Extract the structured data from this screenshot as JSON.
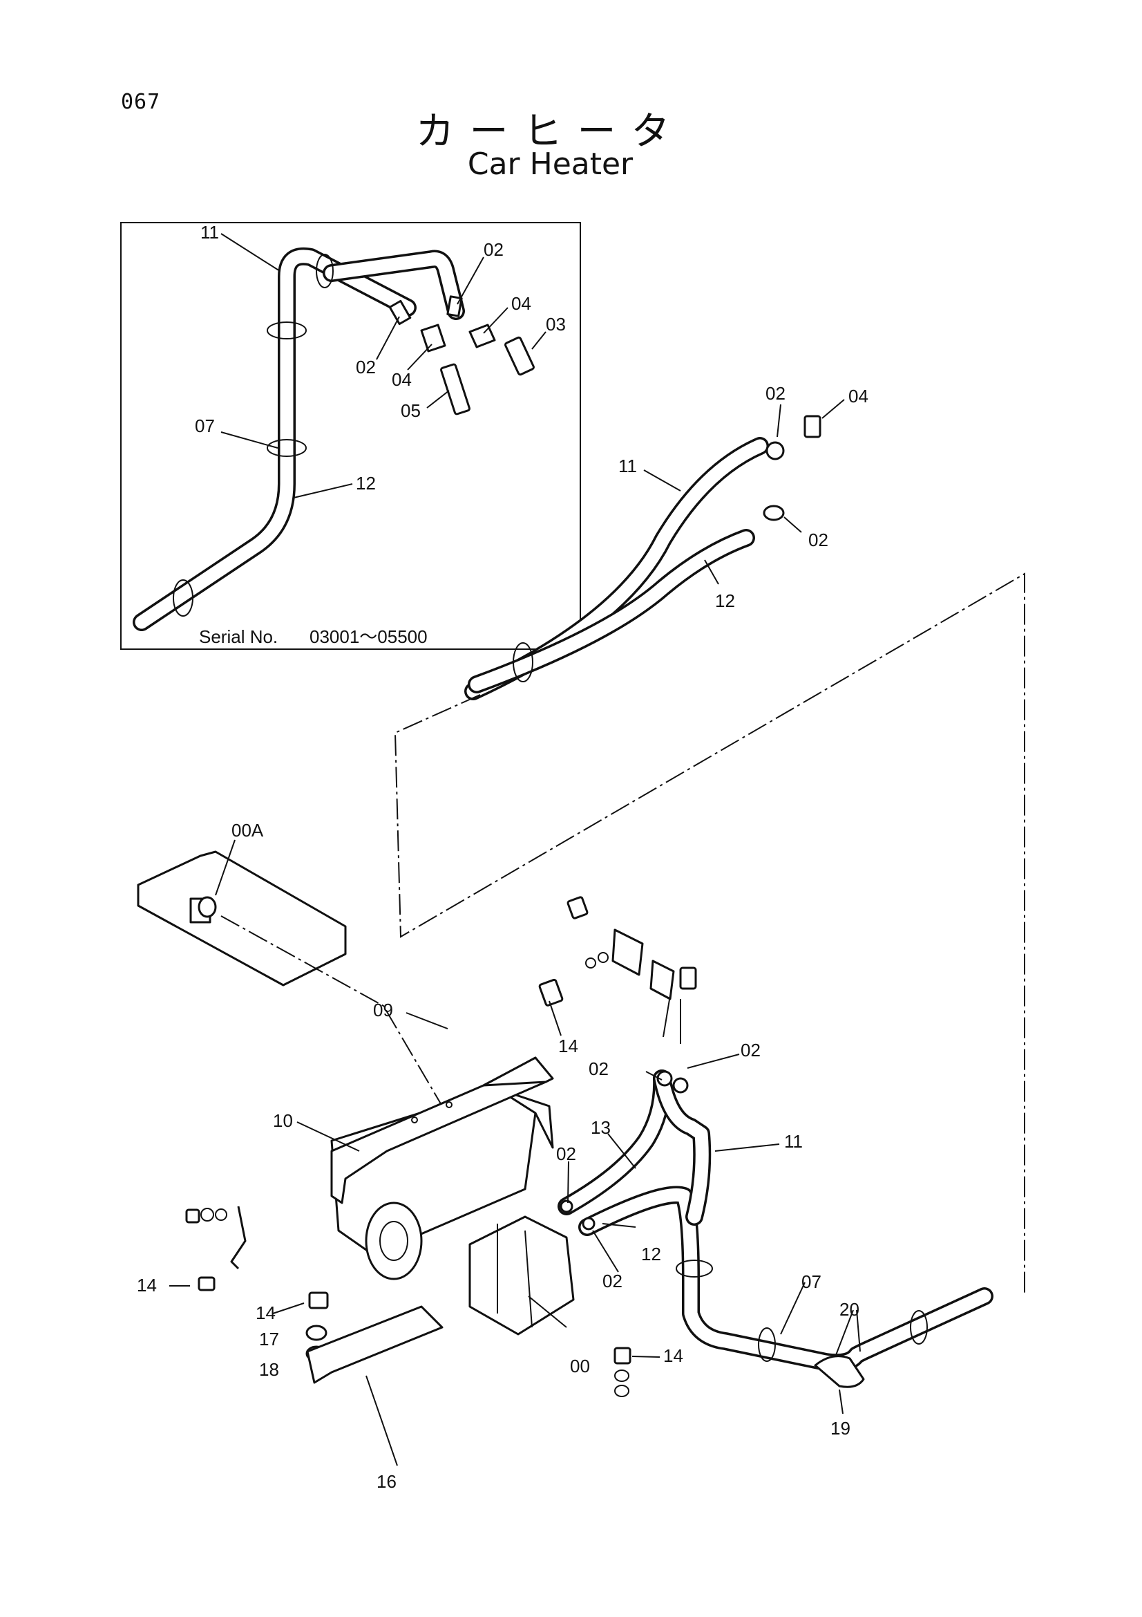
{
  "page_number": "067",
  "title_jp": "カーヒータ",
  "title_en": "Car Heater",
  "inset": {
    "serial_label": "Serial No.",
    "serial_range": "03001～05500",
    "callouts": [
      "11",
      "02",
      "04",
      "03",
      "02",
      "04",
      "05",
      "07",
      "12"
    ]
  },
  "upper_callouts": [
    "02",
    "04",
    "11",
    "02",
    "12"
  ],
  "main_callouts": [
    "00A",
    "09",
    "14",
    "02",
    "02",
    "10",
    "13",
    "11",
    "02",
    "12",
    "02",
    "14",
    "14",
    "17",
    "18",
    "16",
    "00",
    "14",
    "07",
    "20",
    "19"
  ]
}
